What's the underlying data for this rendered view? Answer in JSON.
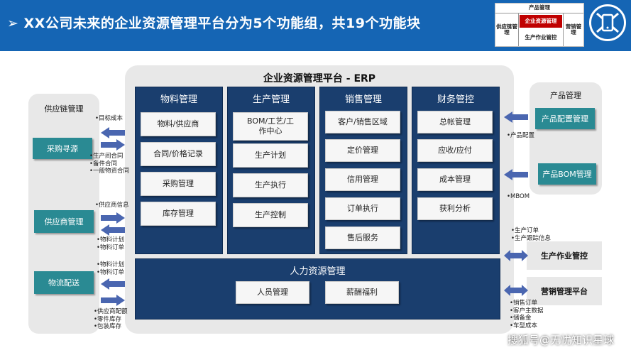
{
  "header": {
    "title": "➢ XX公司未来的企业资源管理平台分为5个功能组，共19个功能块",
    "mini_map": {
      "top": "产品管理",
      "left": "供应链管理",
      "center": "企业资源管理",
      "right": "营销管理",
      "bottom": "生产作业管控"
    }
  },
  "erp": {
    "title": "企业资源管理平台 - ERP",
    "columns": [
      {
        "title": "物料管理",
        "items": [
          "物料/供应商",
          "合同/价格记录",
          "采购管理",
          "库存管理"
        ]
      },
      {
        "title": "生产管理",
        "items": [
          "BOM/工艺/工作中心",
          "生产计划",
          "生产执行",
          "生产控制"
        ]
      },
      {
        "title": "销售管理",
        "items": [
          "客户/销售区域",
          "定价管理",
          "信用管理",
          "订单执行",
          "售后服务"
        ]
      },
      {
        "title": "财务管控",
        "items": [
          "总帐管理",
          "应收/应付",
          "成本管理",
          "获利分析"
        ]
      }
    ],
    "hr": {
      "title": "人力资源管理",
      "items": [
        "人员管理",
        "薪酬福利"
      ]
    }
  },
  "left": {
    "title": "供应链管理",
    "boxes": [
      "采购寻源",
      "供应商管理",
      "物流配送"
    ],
    "notes": [
      [
        "•目标成本"
      ],
      [
        "•生产间合同",
        "•备件合同",
        "•一般物资合同"
      ],
      [
        "•供应商信息"
      ],
      [
        "•物料计划",
        "•物料订单"
      ],
      [
        "•物料计划",
        "•物料订单"
      ],
      [
        "•供应商配额",
        "•零件库存",
        "•包装库存"
      ]
    ]
  },
  "right": {
    "title": "产品管理",
    "boxes": [
      "产品配置管理",
      "产品BOM管理"
    ],
    "notes": [
      [
        "•产品配置"
      ],
      [
        "•MBOM"
      ],
      [
        "•生产订单",
        "•生产跟踪信息"
      ],
      [
        "•销售订单",
        "•客户主数据",
        "•储备金",
        "•车型成本"
      ]
    ],
    "bottom_boxes": [
      "生产作业管控",
      "营销管理平台"
    ]
  },
  "watermark": "搜狐号@无忧知识星球",
  "colors": {
    "header_bg": "#1565b4",
    "column_bg": "#1a3e6e",
    "teal": "#2a8a93",
    "arrow": "#4a66b0",
    "panel_bg": "#e8e8e8",
    "highlight": "#c00000"
  }
}
